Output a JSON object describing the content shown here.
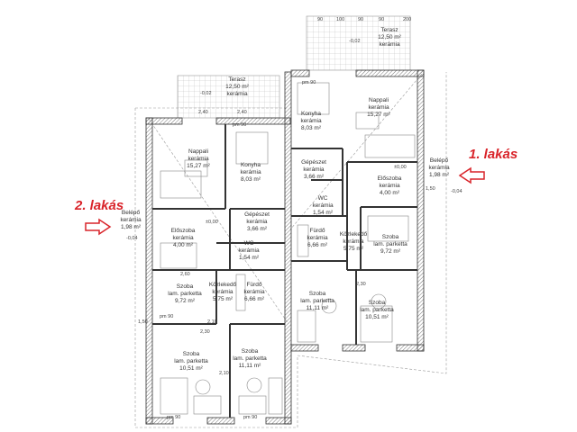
{
  "units": [
    {
      "label": "1. lakás",
      "color": "#d9242a"
    },
    {
      "label": "2. lakás",
      "color": "#d9242a"
    }
  ],
  "rooms": [
    {
      "name": "Terasz",
      "area": "12,50 m²",
      "floor": "kerámia"
    },
    {
      "name": "Nappali",
      "floor": "kerámia",
      "area": "15,27 m²"
    },
    {
      "name": "Konyha",
      "floor": "kerámia",
      "area": "8,03 m²"
    },
    {
      "name": "Gépészet",
      "floor": "kerámia",
      "area": "3,66 m²"
    },
    {
      "name": "Előszoba",
      "floor": "kerámia",
      "area": "4,00 m²"
    },
    {
      "name": "WC",
      "floor": "kerámia",
      "area": "1,54 m²"
    },
    {
      "name": "Belépő",
      "floor": "kerámia",
      "area": "1,98 m²"
    },
    {
      "name": "Szoba",
      "floor": "lam. parketta",
      "area": "9,72 m²"
    },
    {
      "name": "Közlekedő",
      "floor": "kerámia",
      "area": "5,75 m²"
    },
    {
      "name": "Fürdő",
      "floor": "kerámia",
      "area": "6,66 m²"
    },
    {
      "name": "Szoba",
      "floor": "lam. parketta",
      "area": "10,51 m²"
    },
    {
      "name": "Szoba",
      "floor": "lam. parketta",
      "area": "11,11 m²"
    },
    {
      "name": "Terasz",
      "area": "12,50 m²",
      "floor": "kerámia"
    },
    {
      "name": "Nappali",
      "floor": "kerámia",
      "area": "15,27 m²"
    },
    {
      "name": "Konyha",
      "floor": "kerámia",
      "area": "8,03 m²"
    },
    {
      "name": "Gépészet",
      "floor": "kerámia",
      "area": "3,66 m²"
    },
    {
      "name": "Előszoba",
      "floor": "kerámia",
      "area": "4,00 m²"
    },
    {
      "name": "WC",
      "floor": "kerámia",
      "area": "1,54 m²"
    },
    {
      "name": "Belépő",
      "floor": "kerámia",
      "area": "1,98 m²"
    },
    {
      "name": "Fürdő",
      "floor": "kerámia",
      "area": "6,66 m²"
    },
    {
      "name": "Közlekedő",
      "floor": "kerámia",
      "area": "5,75 m²"
    },
    {
      "name": "Szoba",
      "floor": "lam. parketta",
      "area": "9,72 m²"
    },
    {
      "name": "Szoba",
      "floor": "lam. parketta",
      "area": "11,11 m²"
    },
    {
      "name": "Szoba",
      "floor": "lam. parketta",
      "area": "10,51 m²"
    }
  ],
  "dimensions": [
    "90",
    "100",
    "90",
    "90",
    "200",
    "pm 90",
    "pm 90",
    "pm 90",
    "pm 90",
    "pm 90",
    "2,40",
    "2,40",
    "2,10",
    "2,10",
    "1,50",
    "1,50",
    "2,60",
    "2,30",
    "2,30"
  ],
  "levels": [
    "±0,00",
    "±0,00",
    "-0,02",
    "-0,02",
    "-0,04",
    "-0,04"
  ]
}
